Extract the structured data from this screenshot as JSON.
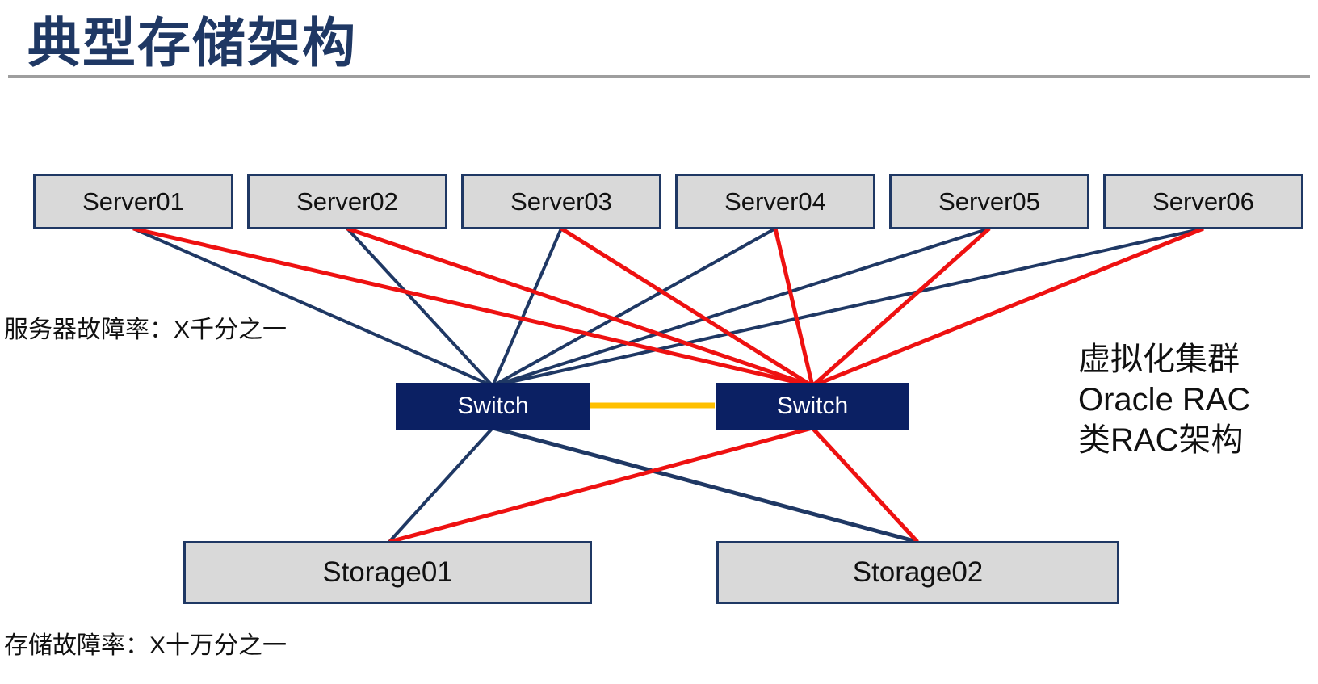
{
  "slide": {
    "title": "典型存储架构",
    "labels": {
      "server_failure": "服务器故障率：X千分之一",
      "storage_failure": "存储故障率：X十万分之一"
    },
    "note_lines": [
      "虚拟化集群",
      "Oracle RAC",
      "类RAC架构"
    ],
    "servers": [
      "Server01",
      "Server02",
      "Server03",
      "Server04",
      "Server05",
      "Server06"
    ],
    "switches": [
      "Switch",
      "Switch"
    ],
    "storages": [
      "Storage01",
      "Storage02"
    ],
    "colors": {
      "title": "#1f3864",
      "box_fill": "#d9d9d9",
      "box_border": "#1f3864",
      "switch_fill": "#0b2063",
      "navy_line": "#1f3864",
      "red_line": "#ee1111",
      "inter_switch_line": "#ffc000",
      "rule": "#9e9e9e"
    }
  }
}
